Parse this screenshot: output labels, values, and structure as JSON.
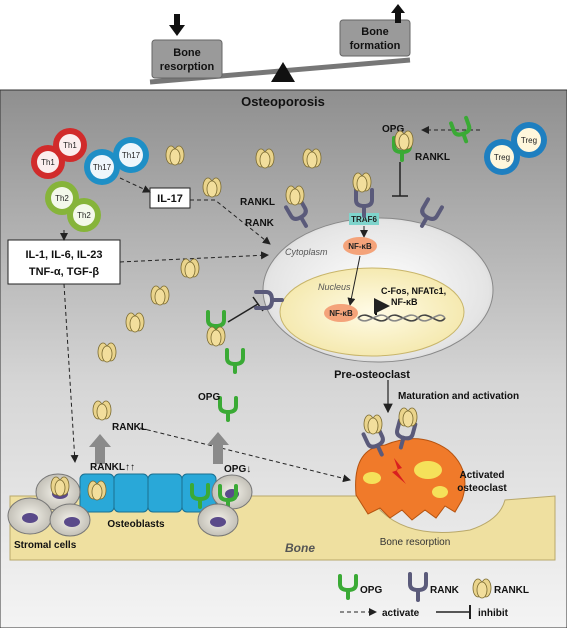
{
  "seesaw": {
    "left_label_line1": "Bone",
    "left_label_line2": "resorption",
    "right_label_line1": "Bone",
    "right_label_line2": "formation"
  },
  "title": "Osteoporosis",
  "cells": {
    "th1": "Th1",
    "th17": "Th17",
    "th2": "Th2",
    "treg": "Treg"
  },
  "labels": {
    "il17": "IL-17",
    "cytokines_line1": "IL-1, IL-6, IL-23",
    "cytokines_line2": "TNF-α, TGF-β",
    "opg_top": "OPG",
    "rankl_top": "RANKL",
    "rankl_left": "RANKL",
    "rank_left": "RANK",
    "traf6": "TRAF6",
    "nfkb_cyto": "NF-κB",
    "cytoplasm": "Cytoplasm",
    "nucleus": "Nucleus",
    "nfkb_nuc": "NF-κB",
    "genes_line1": "C-Fos, NFATc1,",
    "genes_line2": "NF-κB",
    "pre_osteoclast": "Pre-osteoclast",
    "maturation": "Maturation and activation",
    "opg_mid": "OPG",
    "rankl_mid": "RANKL",
    "rankl_up": "RANKL↑↑",
    "opg_down": "OPG↓",
    "activated_line1": "Activated",
    "activated_line2": "osteoclast",
    "stromal": "Stromal cells",
    "osteoblasts": "Osteoblasts",
    "bone_resorption": "Bone resorption",
    "bone": "Bone"
  },
  "legend": {
    "opg": "OPG",
    "rank": "RANK",
    "rankl": "RANKL",
    "activate": "activate",
    "inhibit": "inhibit"
  },
  "colors": {
    "background_top": "#9a9a9a",
    "background_bottom": "#f2f2f2",
    "bone": "#efe0a0",
    "osteoclast": "#f07a2a",
    "osteoblast": "#29a8d8",
    "opg": "#3aaa35",
    "rank": "#5a5a7a",
    "rankl": "#e8d28a",
    "th1": "#d12b2b",
    "th17": "#1e8fc6",
    "th2": "#86b43a",
    "treg": "#1e7fc0"
  }
}
